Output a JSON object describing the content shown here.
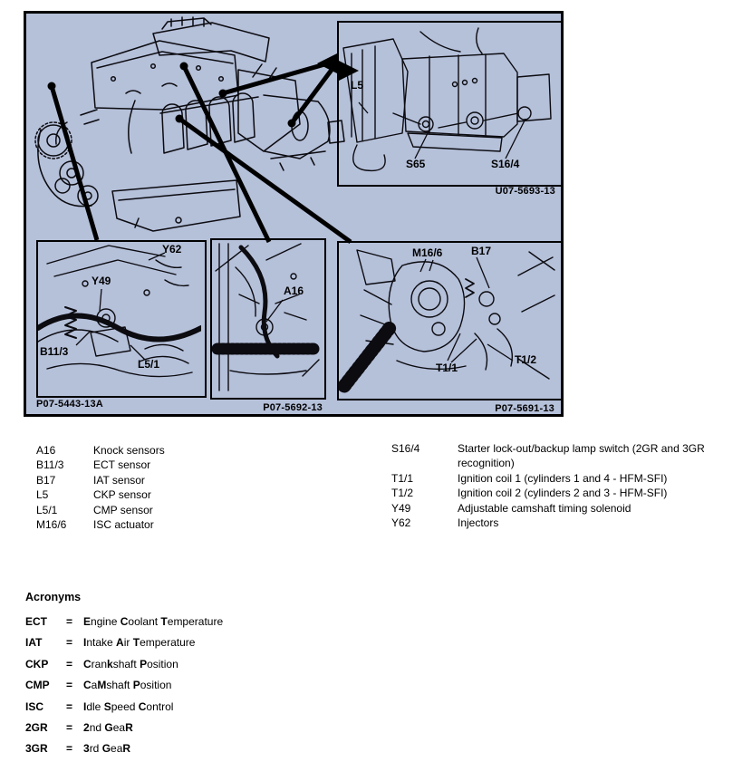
{
  "figure": {
    "bg_color": "#b5c0d9",
    "line_color": "#0b0b10",
    "insets": {
      "transmission_view": {
        "labels": {
          "l5": "L5",
          "s65": "S65",
          "s16_4": "S16/4"
        },
        "figure_number": "U07-5693-13"
      },
      "camshaft_view": {
        "labels": {
          "y62": "Y62",
          "y49": "Y49",
          "b11_3": "B11/3",
          "l5_1": "L5/1"
        },
        "figure_number": "P07-5443-13A"
      },
      "knock_sensor_view": {
        "labels": {
          "a16": "A16"
        },
        "figure_number": "P07-5692-13"
      },
      "ignition_view": {
        "labels": {
          "m16_6": "M16/6",
          "b17": "B17",
          "t1_1": "T1/1",
          "t1_2": "T1/2"
        },
        "figure_number": "P07-5691-13"
      }
    }
  },
  "legend": {
    "left": [
      {
        "code": "A16",
        "desc": "Knock sensors"
      },
      {
        "code": "B11/3",
        "desc": "ECT sensor"
      },
      {
        "code": "B17",
        "desc": "IAT sensor"
      },
      {
        "code": "L5",
        "desc": "CKP sensor"
      },
      {
        "code": "L5/1",
        "desc": "CMP sensor"
      },
      {
        "code": "M16/6",
        "desc": "ISC actuator"
      }
    ],
    "right": [
      {
        "code": "S16/4",
        "desc": "Starter lock-out/backup lamp switch (2GR and 3GR recognition)"
      },
      {
        "code": "T1/1",
        "desc": "Ignition coil 1 (cylinders 1 and 4 - HFM-SFI)"
      },
      {
        "code": "T1/2",
        "desc": "Ignition coil 2 (cylinders 2 and 3 - HFM-SFI)"
      },
      {
        "code": "Y49",
        "desc": "Adjustable camshaft timing solenoid"
      },
      {
        "code": "Y62",
        "desc": "Injectors"
      }
    ]
  },
  "acronyms": {
    "title": "Acronyms",
    "items": [
      {
        "abbr": "ECT",
        "eq": "=",
        "segments": [
          [
            "E",
            1
          ],
          [
            "ngine ",
            0
          ],
          [
            "C",
            1
          ],
          [
            "oolant ",
            0
          ],
          [
            "T",
            1
          ],
          [
            "emperature",
            0
          ]
        ]
      },
      {
        "abbr": "IAT",
        "eq": "=",
        "segments": [
          [
            "I",
            1
          ],
          [
            "ntake ",
            0
          ],
          [
            "A",
            1
          ],
          [
            "ir ",
            0
          ],
          [
            "T",
            1
          ],
          [
            "emperature",
            0
          ]
        ]
      },
      {
        "abbr": "CKP",
        "eq": "=",
        "segments": [
          [
            "C",
            1
          ],
          [
            "ran",
            0
          ],
          [
            "k",
            1
          ],
          [
            "shaft ",
            0
          ],
          [
            "P",
            1
          ],
          [
            "osition",
            0
          ]
        ]
      },
      {
        "abbr": "CMP",
        "eq": "=",
        "segments": [
          [
            "C",
            1
          ],
          [
            "a",
            0
          ],
          [
            "M",
            1
          ],
          [
            "shaft ",
            0
          ],
          [
            "P",
            1
          ],
          [
            "osition",
            0
          ]
        ]
      },
      {
        "abbr": "ISC",
        "eq": "=",
        "segments": [
          [
            "I",
            1
          ],
          [
            "dle ",
            0
          ],
          [
            "S",
            1
          ],
          [
            "peed ",
            0
          ],
          [
            "C",
            1
          ],
          [
            "ontrol",
            0
          ]
        ]
      },
      {
        "abbr": "2GR",
        "eq": "=",
        "segments": [
          [
            "2",
            1
          ],
          [
            "nd ",
            0
          ],
          [
            "G",
            1
          ],
          [
            "ea",
            0
          ],
          [
            "R",
            1
          ]
        ]
      },
      {
        "abbr": "3GR",
        "eq": "=",
        "segments": [
          [
            "3",
            1
          ],
          [
            "rd ",
            0
          ],
          [
            "G",
            1
          ],
          [
            "ea",
            0
          ],
          [
            "R",
            1
          ]
        ]
      }
    ]
  }
}
